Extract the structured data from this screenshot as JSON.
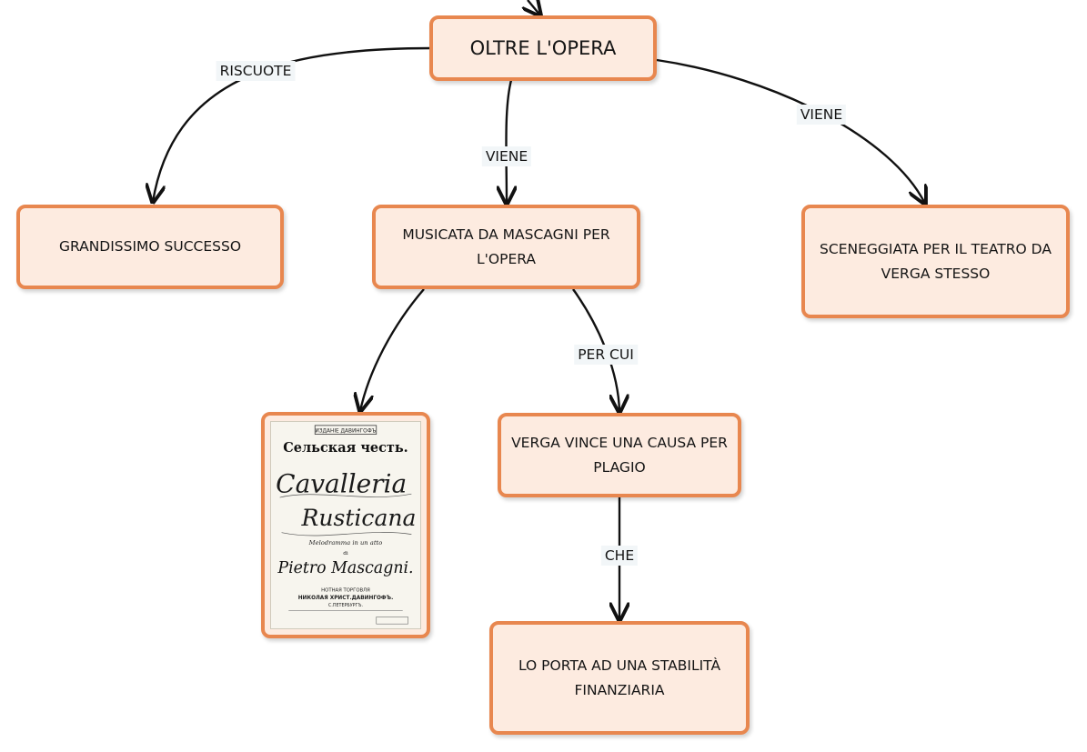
{
  "nodes": {
    "root": "OLTRE L'OPERA",
    "grandissimo": "GRANDISSIMO SUCCESSO",
    "musicata": "MUSICATA DA MASCAGNI PER L'OPERA",
    "sceneggiata": "SCENEGGIATA PER IL TEATRO DA VERGA STESSO",
    "verga": "VERGA VINCE UNA CAUSA PER PLAGIO",
    "porta": "LO PORTA AD UNA STABILITÀ FINANZIARIA"
  },
  "edge_labels": {
    "riscuote": "RISCUOTE",
    "viene_center": "VIENE",
    "viene_right": "VIENE",
    "per_cui": "PER CUI",
    "che": "CHE"
  },
  "poster": {
    "publisher": "ИЗДАНІЕ ДАВИНГОФЪ",
    "title_ru": "Сельская честь.",
    "title_1": "Cavalleria",
    "title_2": "Rusticana",
    "subtitle": "Melodramma in un atto",
    "di": "di",
    "composer": "Pietro Mascagni.",
    "shop_1": "НОТНАЯ ТОРГОВЛЯ",
    "shop_2": "НИКОЛАЯ ХРИСТ.ДАВИНГОФЪ.",
    "city": "С.ПЕТЕРБУРГЪ."
  },
  "colors": {
    "node_fill": "#fdebe0",
    "node_border": "#e8874f",
    "edge": "#111111",
    "label_bg": "#f2f6f8"
  }
}
